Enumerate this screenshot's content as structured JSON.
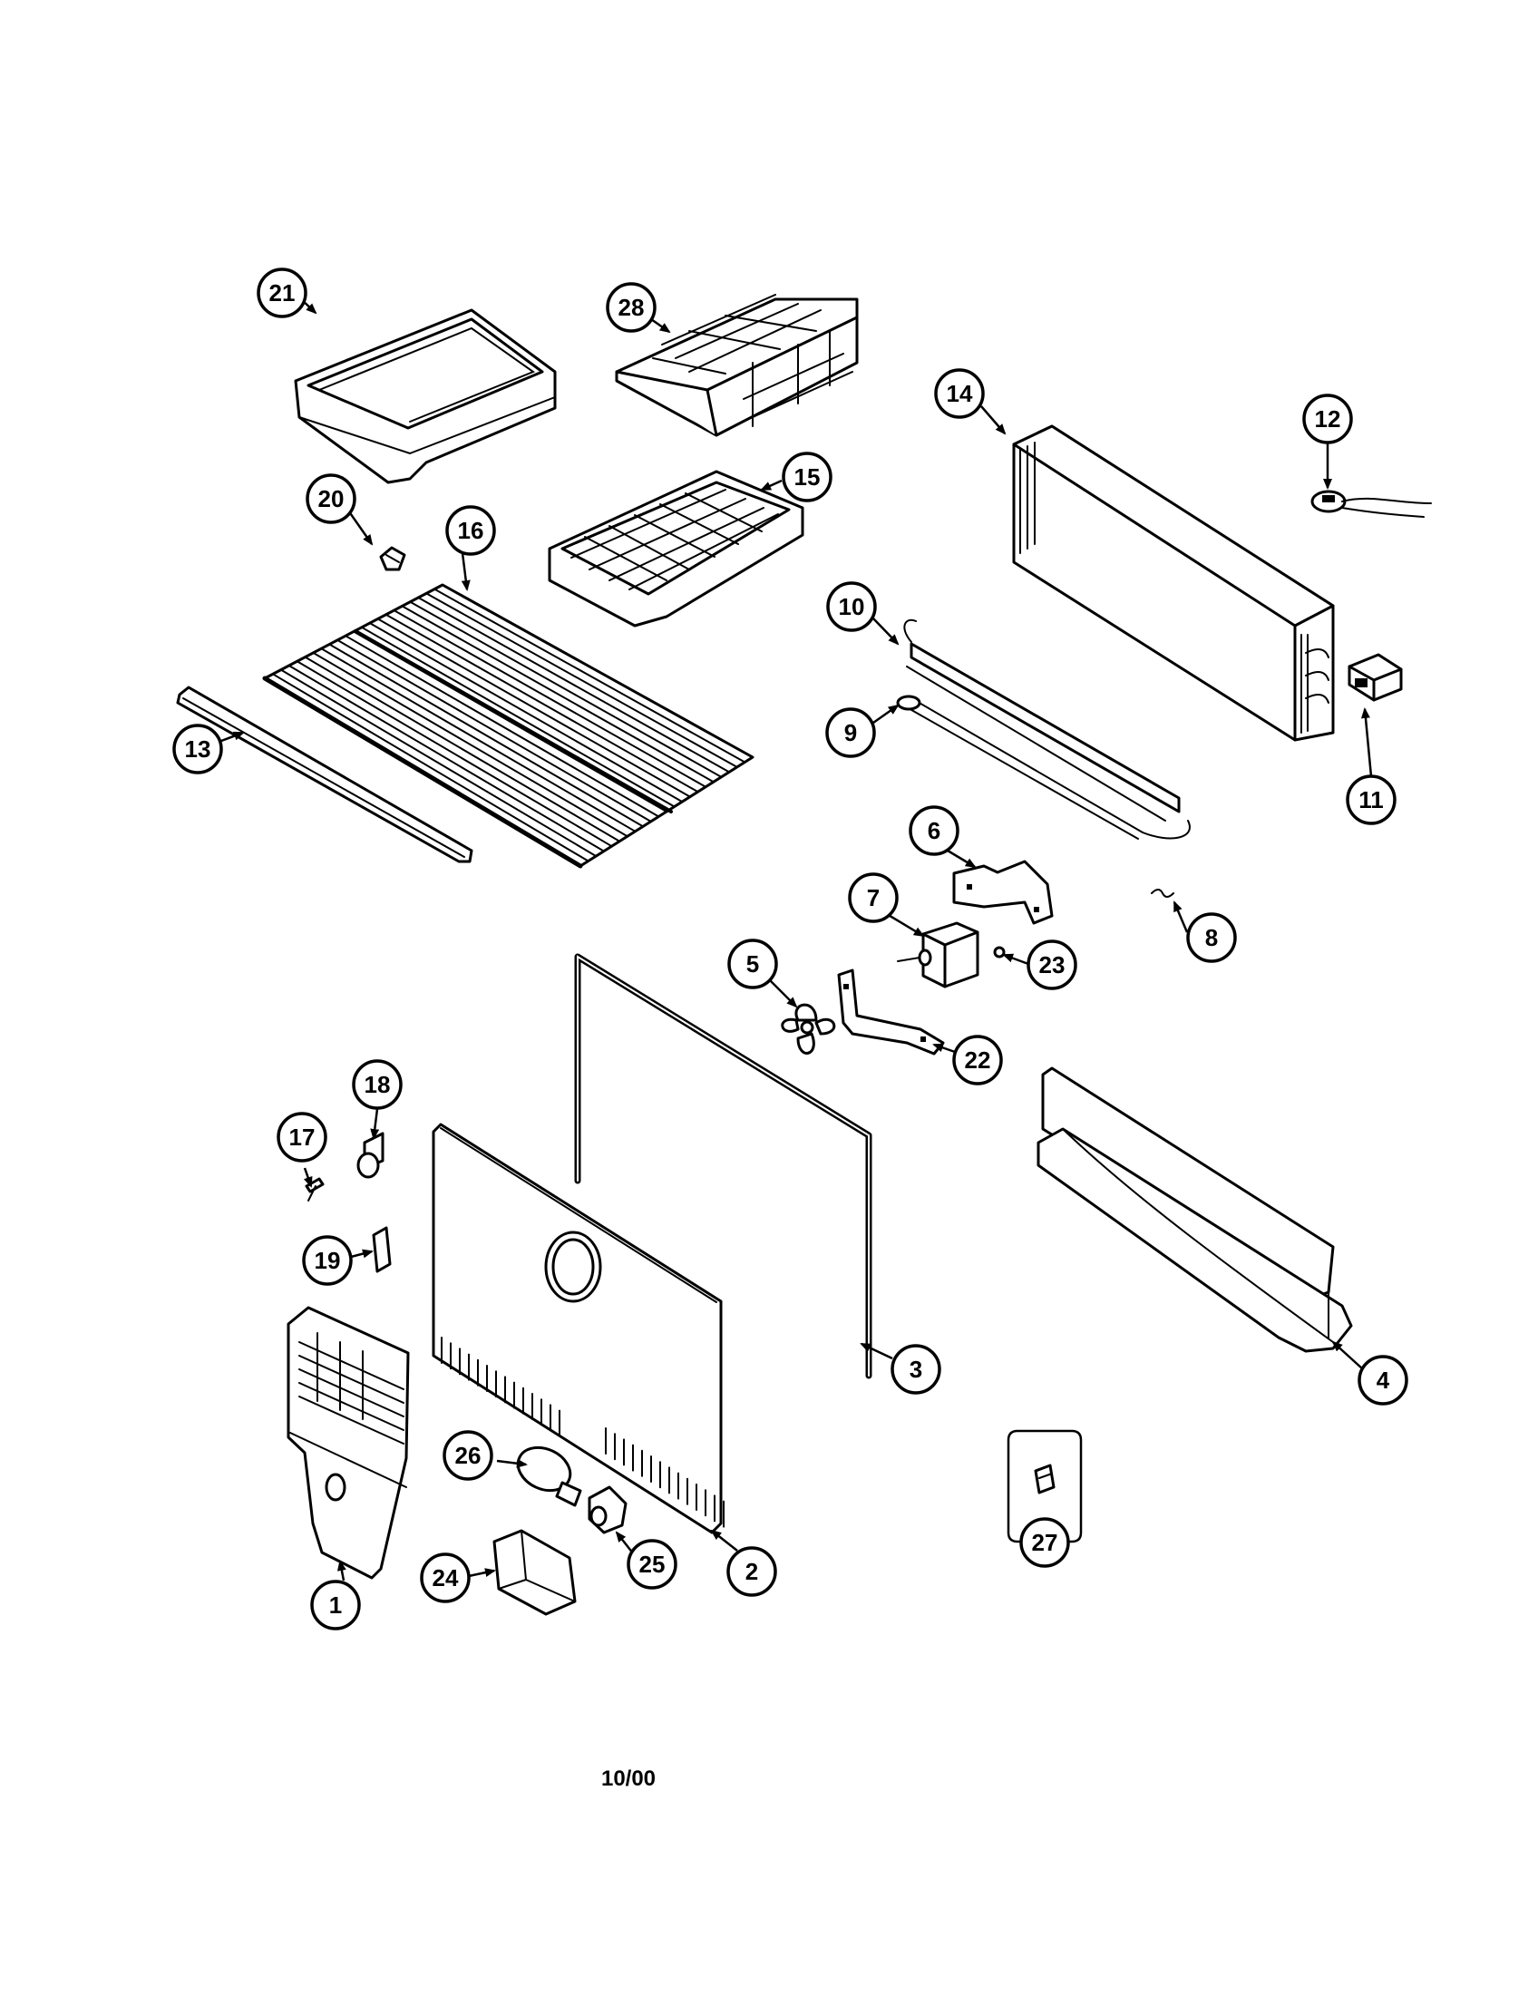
{
  "diagram": {
    "footer_code": "10/00",
    "callouts": [
      "1",
      "2",
      "3",
      "4",
      "5",
      "6",
      "7",
      "8",
      "9",
      "10",
      "11",
      "12",
      "13",
      "14",
      "15",
      "16",
      "17",
      "18",
      "19",
      "20",
      "21",
      "22",
      "23",
      "24",
      "25",
      "26",
      "27",
      "28"
    ]
  }
}
